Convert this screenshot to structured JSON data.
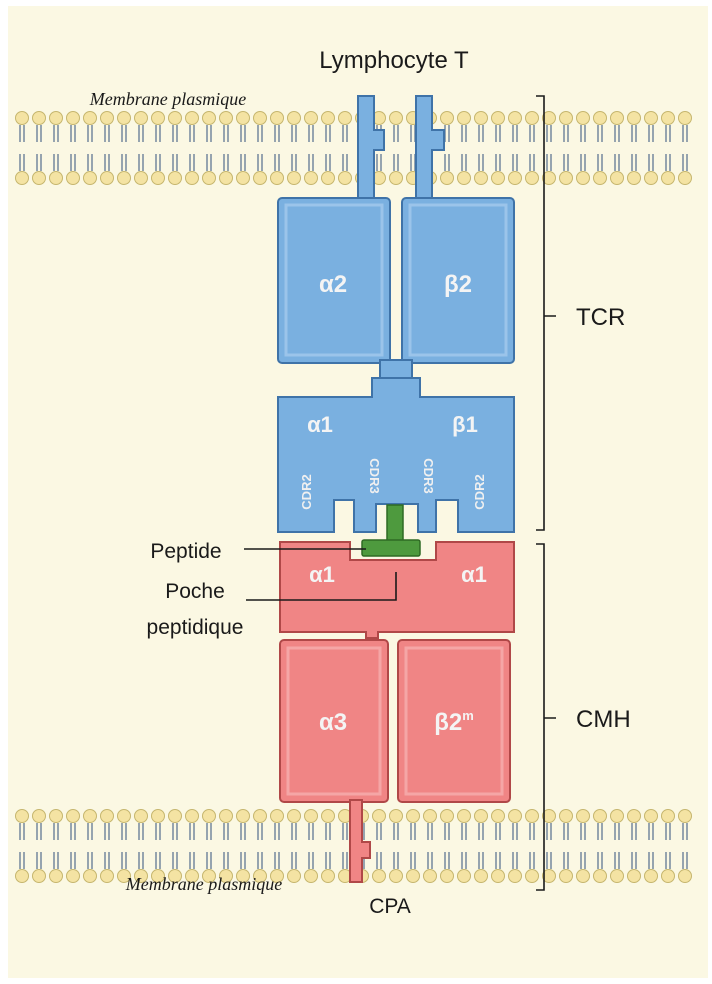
{
  "labels": {
    "top_cell": "Lymphocyte T",
    "bottom_cell": "CPA",
    "membrane_top": "Membrane plasmique",
    "membrane_bottom": "Membrane plasmique",
    "tcr": "TCR",
    "cmh": "CMH",
    "peptide": "Peptide",
    "pocket_line1": "Poche",
    "pocket_line2": "peptidique"
  },
  "tcr_domains": {
    "alpha2": "α2",
    "beta2": "β2",
    "alpha1": "α1",
    "beta1": "β1",
    "cdr2_left": "CDR2",
    "cdr3_left": "CDR3",
    "cdr3_right": "CDR3",
    "cdr2_right": "CDR2"
  },
  "mhc_domains": {
    "alpha1_left": "α1",
    "alpha1_right": "α1",
    "alpha3": "α3",
    "beta2m_base": "β2",
    "beta2m_sup": "m"
  },
  "colors": {
    "background": "#fbf8e3",
    "tcr_fill": "#7ab0e0",
    "tcr_stroke": "#3f73a8",
    "mhc_fill": "#f08585",
    "mhc_stroke": "#b04848",
    "peptide_fill": "#4e9a3e",
    "lipid_head": "#f4e3a3",
    "lipid_tail": "#7d8fa2"
  }
}
